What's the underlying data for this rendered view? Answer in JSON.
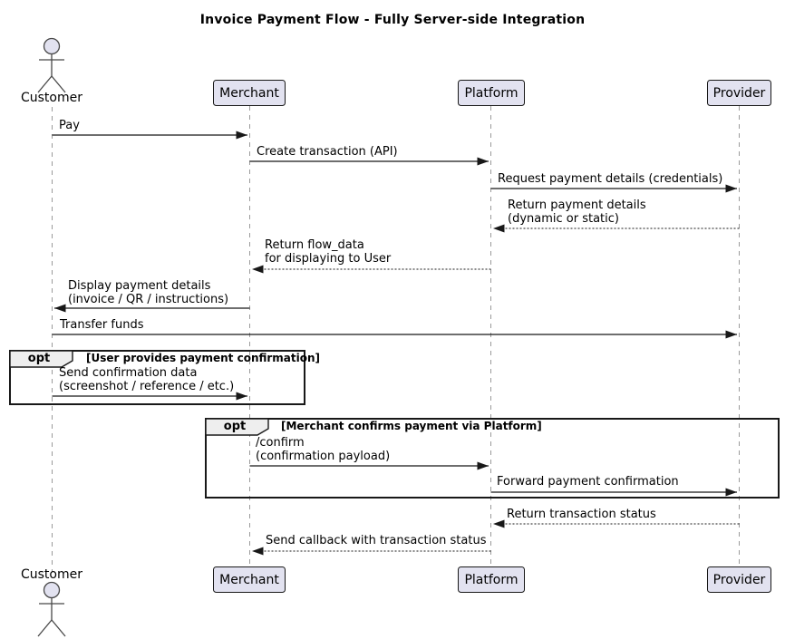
{
  "title": "Invoice Payment Flow - Fully Server-side Integration",
  "participants": {
    "customer": "Customer",
    "merchant": "Merchant",
    "platform": "Platform",
    "provider": "Provider"
  },
  "messages": [
    {
      "from": "Customer",
      "to": "Merchant",
      "style": "solid",
      "label": "Pay"
    },
    {
      "from": "Merchant",
      "to": "Platform",
      "style": "solid",
      "label": "Create transaction (API)"
    },
    {
      "from": "Platform",
      "to": "Provider",
      "style": "solid",
      "label": "Request payment details (credentials)"
    },
    {
      "from": "Provider",
      "to": "Platform",
      "style": "dashed",
      "label": "Return payment details\n(dynamic or static)"
    },
    {
      "from": "Platform",
      "to": "Merchant",
      "style": "dashed",
      "label": "Return flow_data\nfor displaying to User"
    },
    {
      "from": "Merchant",
      "to": "Customer",
      "style": "solid",
      "label": "Display payment details\n(invoice / QR / instructions)"
    },
    {
      "from": "Customer",
      "to": "Provider",
      "style": "solid",
      "label": "Transfer funds"
    },
    {
      "from": "Customer",
      "to": "Merchant",
      "style": "solid",
      "label": "Send confirmation data\n(screenshot / reference / etc.)"
    },
    {
      "from": "Merchant",
      "to": "Platform",
      "style": "solid",
      "label": "/confirm\n(confirmation payload)"
    },
    {
      "from": "Platform",
      "to": "Provider",
      "style": "solid",
      "label": "Forward payment confirmation"
    },
    {
      "from": "Provider",
      "to": "Platform",
      "style": "dashed",
      "label": "Return transaction status"
    },
    {
      "from": "Platform",
      "to": "Merchant",
      "style": "dashed",
      "label": "Send callback with transaction status"
    }
  ],
  "fragments": [
    {
      "keyword": "opt",
      "condition": "[User provides payment confirmation]"
    },
    {
      "keyword": "opt",
      "condition": "[Merchant confirms payment via Platform]"
    }
  ],
  "colors": {
    "participant_fill": "#E2E2F0",
    "border": "#181818",
    "lifeline": "#9A9A9A",
    "fragment_header_fill": "#EEEEEE",
    "background": "#FFFFFF"
  }
}
